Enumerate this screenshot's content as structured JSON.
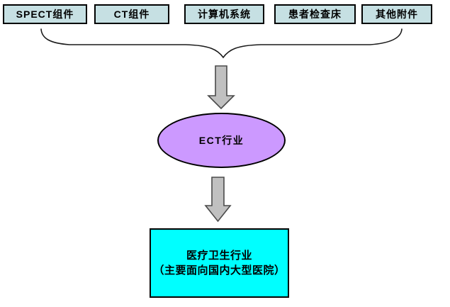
{
  "diagram": {
    "top_components": [
      {
        "label": "SPECT组件"
      },
      {
        "label": "CT组件"
      },
      {
        "label": "计算机系统"
      },
      {
        "label": "患者检查床"
      },
      {
        "label": "其他附件"
      }
    ],
    "center_node": {
      "label": "ECT行业"
    },
    "bottom_node": {
      "line1": "医疗卫生行业",
      "line2": "（主要面向国内大型医院）"
    },
    "colors": {
      "component_fill": "#c6e0e3",
      "ellipse_fill": "#cc99ff",
      "bottom_fill": "#00ffff",
      "arrow_fill": "#c0c0c0",
      "line_color": "#1a1a1a"
    }
  }
}
